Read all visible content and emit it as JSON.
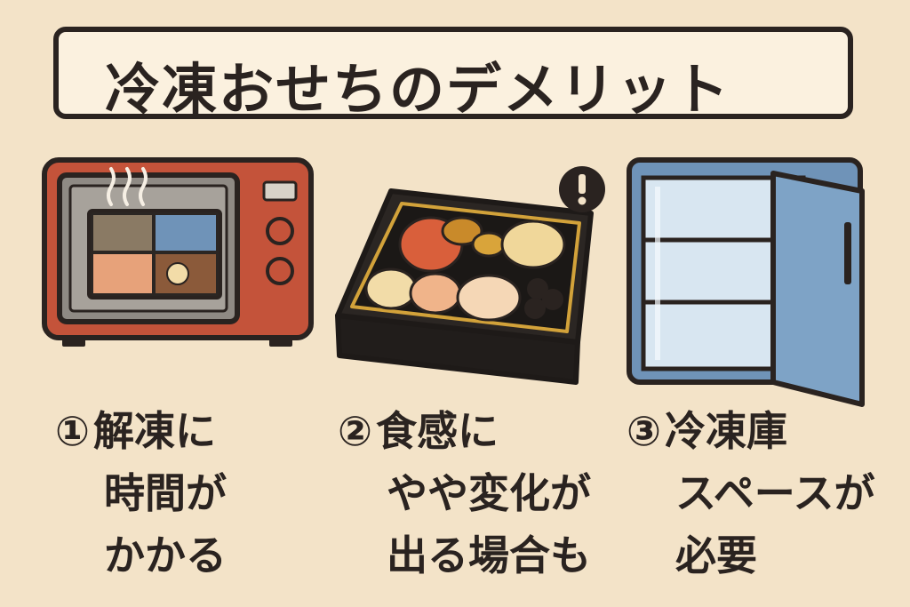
{
  "title": "冷凍おせちのデメリット",
  "items": [
    {
      "number": "①",
      "lines": [
        "解凍に",
        "時間が",
        "かかる"
      ],
      "icon": "microwave-icon"
    },
    {
      "number": "②",
      "lines": [
        "食感に",
        "やや変化が",
        "出る場合も"
      ],
      "icon": "osechi-box-icon"
    },
    {
      "number": "③",
      "lines": [
        "冷凍庫",
        "スペースが",
        "必要"
      ],
      "icon": "freezer-icon"
    }
  ],
  "colors": {
    "background": "#f3e3c8",
    "outline": "#2a2320",
    "microwave": "#c4533a",
    "freezer": "#6f93b8",
    "lacquer": "#2b2623",
    "gold": "#d2a23a"
  }
}
